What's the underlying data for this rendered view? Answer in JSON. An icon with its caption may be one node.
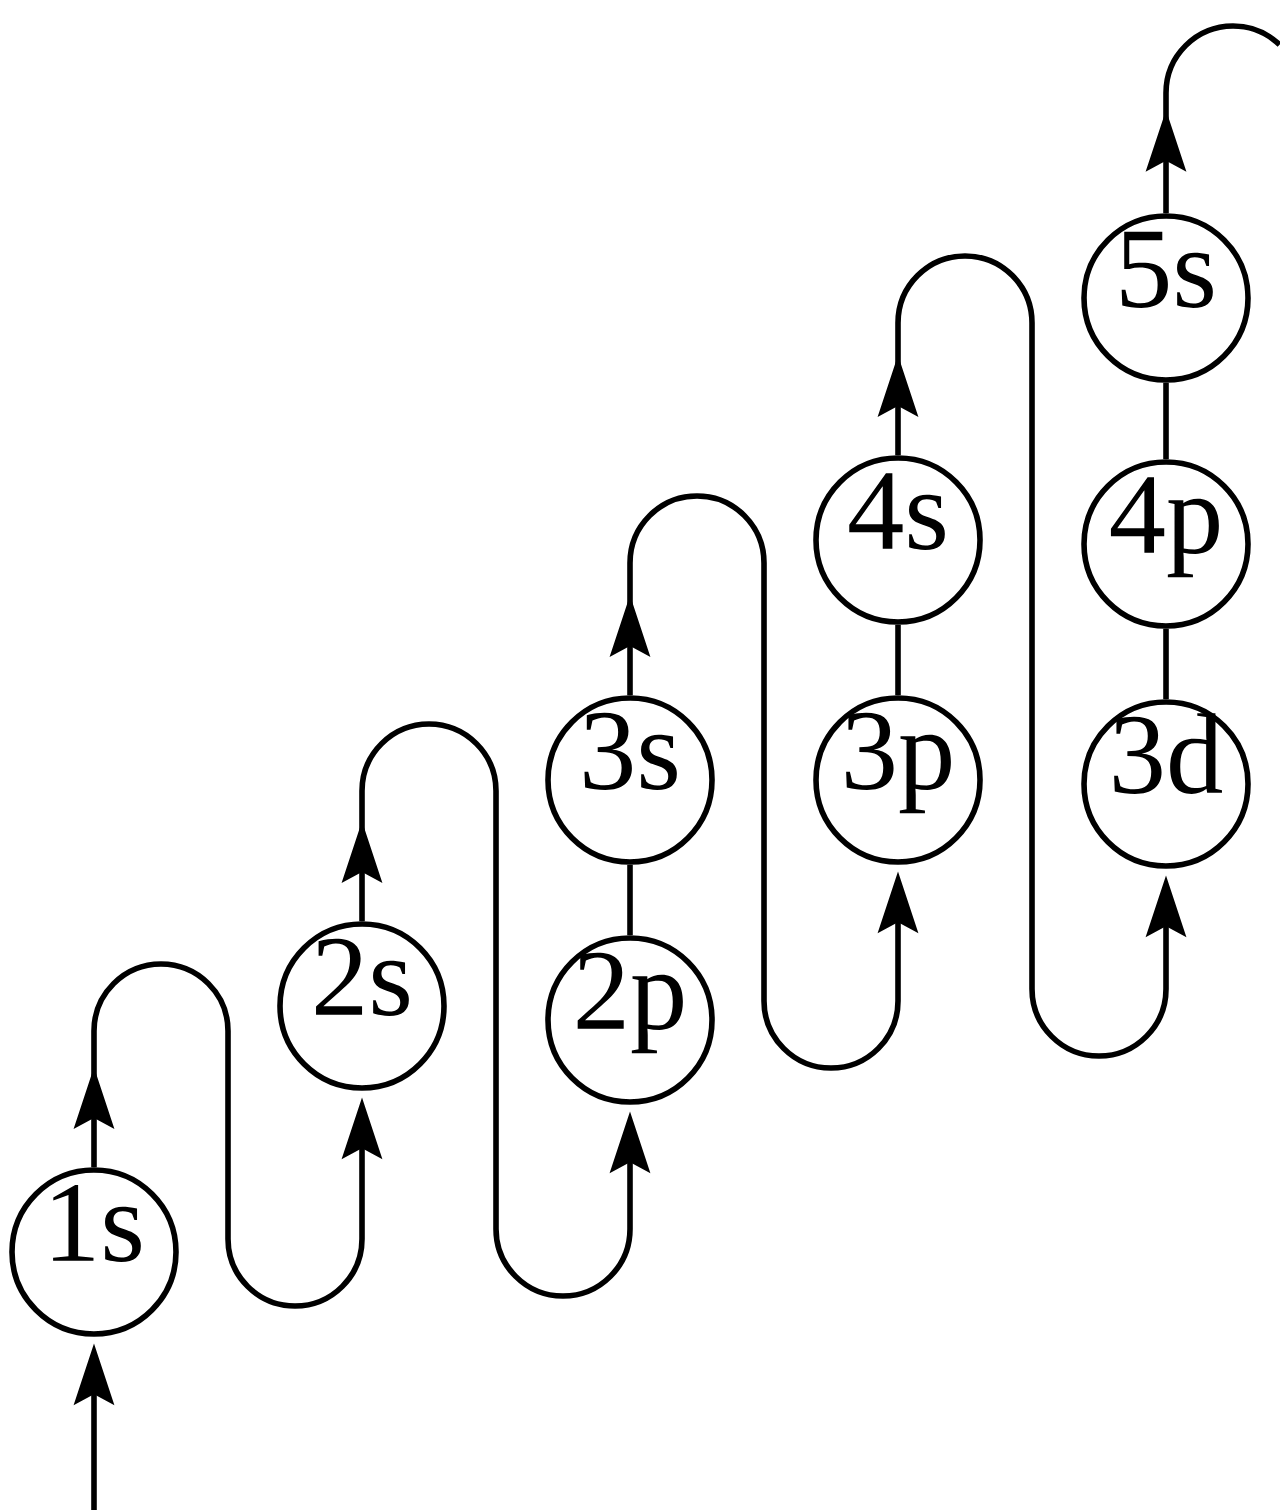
{
  "diagram": {
    "nodes": [
      {
        "text": [
          "1s"
        ]
      },
      {
        "text": [
          "2s"
        ]
      },
      {
        "text": [
          "2p"
        ]
      },
      {
        "text": [
          "3s"
        ]
      },
      {
        "text": [
          "3p"
        ]
      },
      {
        "text": [
          "4s"
        ]
      },
      {
        "text": [
          "3d"
        ]
      },
      {
        "text": [
          "4p"
        ]
      },
      {
        "text": [
          "5s"
        ]
      }
    ],
    "edges": [
      {
        "from": null,
        "to": 0,
        "arrow": "to"
      },
      {
        "from": 0,
        "to": 1,
        "arrow": "to"
      },
      {
        "from": 1,
        "to": 2,
        "arrow": "to"
      },
      {
        "from": 2,
        "to": 3,
        "arrow": "none"
      },
      {
        "from": 3,
        "to": 4,
        "arrow": "to"
      },
      {
        "from": 4,
        "to": 5,
        "arrow": "none"
      },
      {
        "from": 5,
        "to": 6,
        "arrow": "to"
      },
      {
        "from": 6,
        "to": 7,
        "arrow": "none"
      },
      {
        "from": 7,
        "to": 8,
        "arrow": "none"
      },
      {
        "from": 8,
        "to": null,
        "arrow": "to"
      }
    ]
  }
}
